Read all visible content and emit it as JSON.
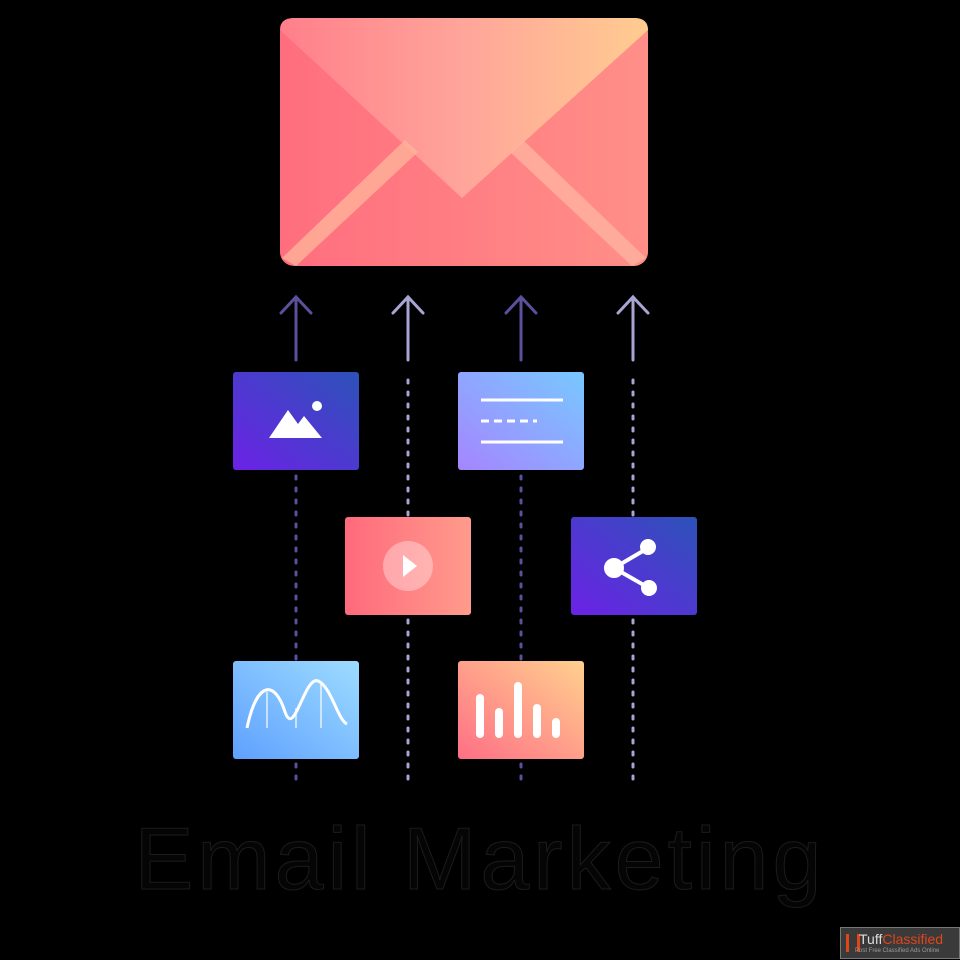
{
  "title": "Email Marketing",
  "watermark": {
    "brand_a": "Tuff",
    "brand_b": "Classified",
    "tagline": "Post Free Classified Ads Online"
  },
  "colors": {
    "envelope_start": "#ff7f8a",
    "envelope_end": "#ffc890",
    "arrow_dark": "#5c4f9c",
    "arrow_light": "#a9a5d3"
  },
  "cards": [
    "image-icon",
    "text-lines-icon",
    "play-icon",
    "share-icon",
    "wave-chart-icon",
    "bar-chart-icon"
  ]
}
